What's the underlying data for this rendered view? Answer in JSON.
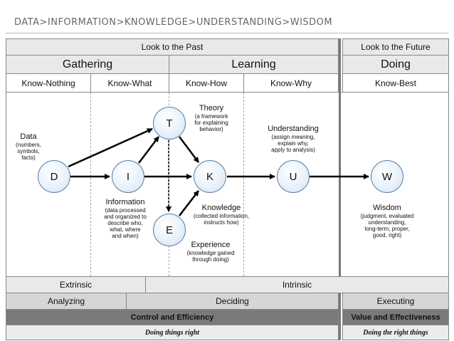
{
  "title": "DATA>INFORMATION>KNOWLEDGE>UNDERSTANDING>WISDOM",
  "header": {
    "past": "Look to the Past",
    "future": "Look to the Future",
    "gathering": "Gathering",
    "learning": "Learning",
    "doing": "Doing",
    "know_nothing": "Know-Nothing",
    "know_what": "Know-What",
    "know_how": "Know-How",
    "know_why": "Know-Why",
    "know_best": "Know-Best"
  },
  "nodes": {
    "d": "D",
    "i": "I",
    "t": "T",
    "e": "E",
    "k": "K",
    "u": "U",
    "w": "W"
  },
  "labels": {
    "data": "Data",
    "data_sub": [
      "(numbers,",
      "symbols,",
      "facts)"
    ],
    "information": "Information",
    "information_sub": [
      "(data processed",
      "and organized to",
      "describe who,",
      "what, where",
      "and when)"
    ],
    "theory": "Theory",
    "theory_sub": [
      "(a framework",
      "for explaining",
      "behavior)"
    ],
    "knowledge": "Knowledge",
    "knowledge_sub": [
      "(collected information,",
      "instructs how)"
    ],
    "experience": "Experience",
    "experience_sub": [
      "(knowledge gained",
      "through doing)"
    ],
    "understanding": "Understanding",
    "understanding_sub": [
      "(assign meaning,",
      "explain why,",
      "apply to analysis)"
    ],
    "wisdom": "Wisdom",
    "wisdom_sub": [
      "(judgment, evaluated",
      "understanding,",
      "long-term, proper,",
      "good, right)"
    ]
  },
  "footer": {
    "extrinsic": "Extrinsic",
    "intrinsic": "Intrinsic",
    "analyzing": "Analyzing",
    "deciding": "Deciding",
    "executing": "Executing",
    "control": "Control and Efficiency",
    "value": "Value and Effectiveness",
    "doing_right": "Doing things right",
    "right_things": "Doing the right things"
  },
  "colors": {
    "node_border": "#5c7fa3",
    "node_fill": "#e6f0fa",
    "arrow": "#000000",
    "dark_band": "#7a7a7a",
    "light_band": "#e9e9e9"
  }
}
